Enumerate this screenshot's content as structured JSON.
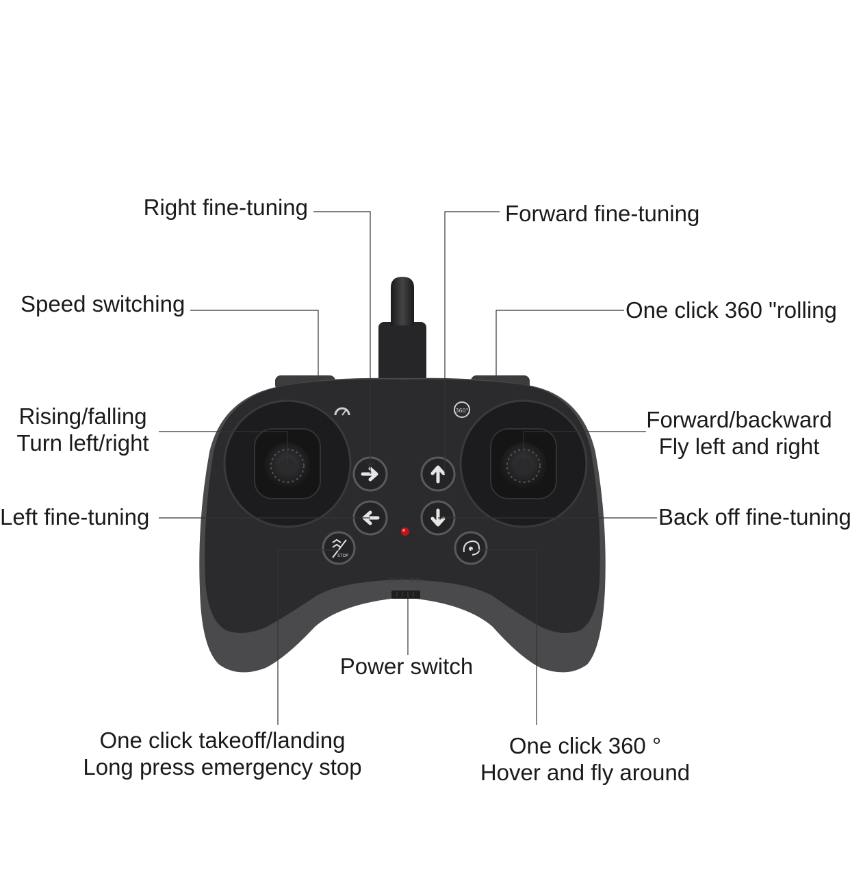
{
  "labels": {
    "right_fine_tuning": "Right fine-tuning",
    "forward_fine_tuning": "Forward fine-tuning",
    "speed_switching": "Speed switching",
    "one_click_360_rolling": "One click 360 \"rolling",
    "left_stick_line1": "Rising/falling",
    "left_stick_line2": "Turn left/right",
    "right_stick_line1": "Forward/backward",
    "right_stick_line2": "Fly left and right",
    "left_fine_tuning": "Left fine-tuning",
    "back_off_fine_tuning": "Back off fine-tuning",
    "power_switch": "Power switch",
    "takeoff_line1": "One click takeoff/landing",
    "takeoff_line2": "Long press emergency stop",
    "hover_line1": "One click 360 °",
    "hover_line2": "Hover and fly around"
  },
  "controller": {
    "badge_360": "360°",
    "stop_text": "STOP",
    "power_text": "OFF ON"
  },
  "colors": {
    "body": "#2b2b2d",
    "rim": "#4a4a4c",
    "button": "#242426",
    "led": "#c0141c",
    "leader_line": "#333333"
  }
}
